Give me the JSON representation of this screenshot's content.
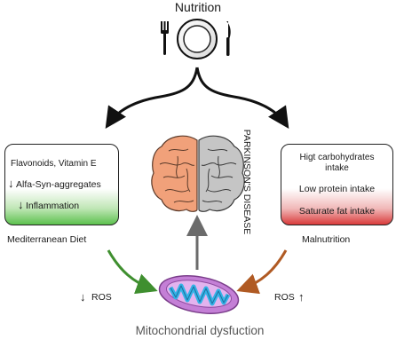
{
  "title": "Nutrition",
  "left_box": {
    "line1": "Flavonoids,  Vitamin E",
    "line2_arrow": "↓",
    "line2": "Alfa-Syn-aggregates",
    "line3_arrow": "↓",
    "line3": "Inflammation",
    "caption": "Mediterranean Diet"
  },
  "right_box": {
    "line1a": "Higt carbohydrates",
    "line1b": "intake",
    "line2": "Low protein intake",
    "line3": "Saturate fat intake",
    "caption": "Malnutrition"
  },
  "brain_label": "PARKINSON'S DISEASE",
  "ros_left": {
    "arrow": "↓",
    "text": "ROS"
  },
  "ros_right": {
    "text": "ROS",
    "arrow": "↑"
  },
  "mitochondria_label": "Mitochondrial dysfuction",
  "colors": {
    "green_arrow": "#3f8f2f",
    "brown_arrow": "#b05a23",
    "gray_arrow": "#6b6b6b",
    "brain_left": "#f1a17a",
    "brain_right": "#c5c5c5",
    "mito_outer": "#c47fd6",
    "mito_inner": "#33b3e6"
  }
}
